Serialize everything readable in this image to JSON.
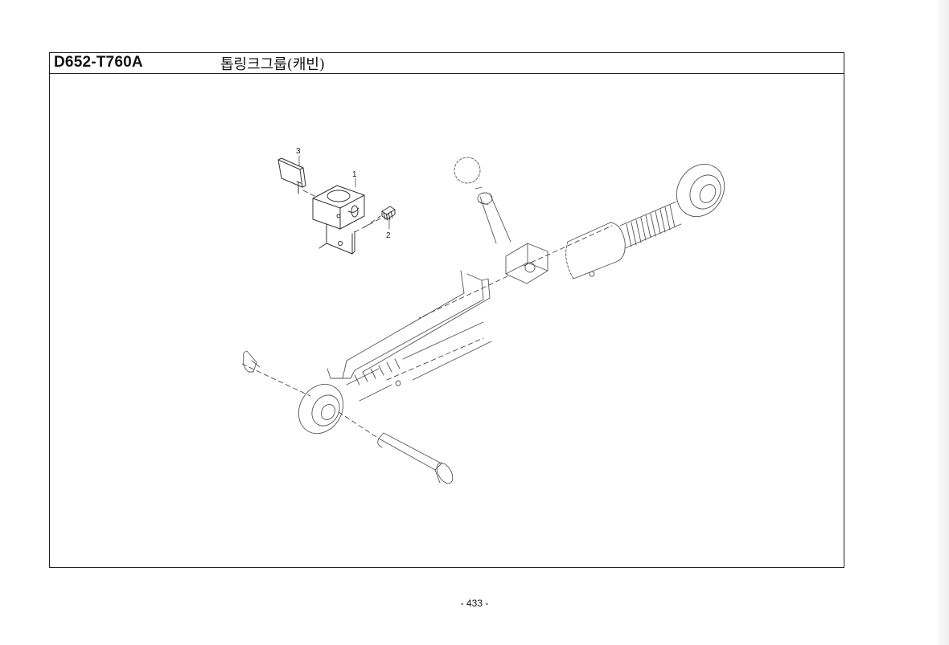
{
  "header": {
    "code": "D652-T760A",
    "title": "톱링크그룹(캐빈)"
  },
  "callouts": [
    "1",
    "2",
    "3"
  ],
  "footer": {
    "page": "- 433 -"
  }
}
